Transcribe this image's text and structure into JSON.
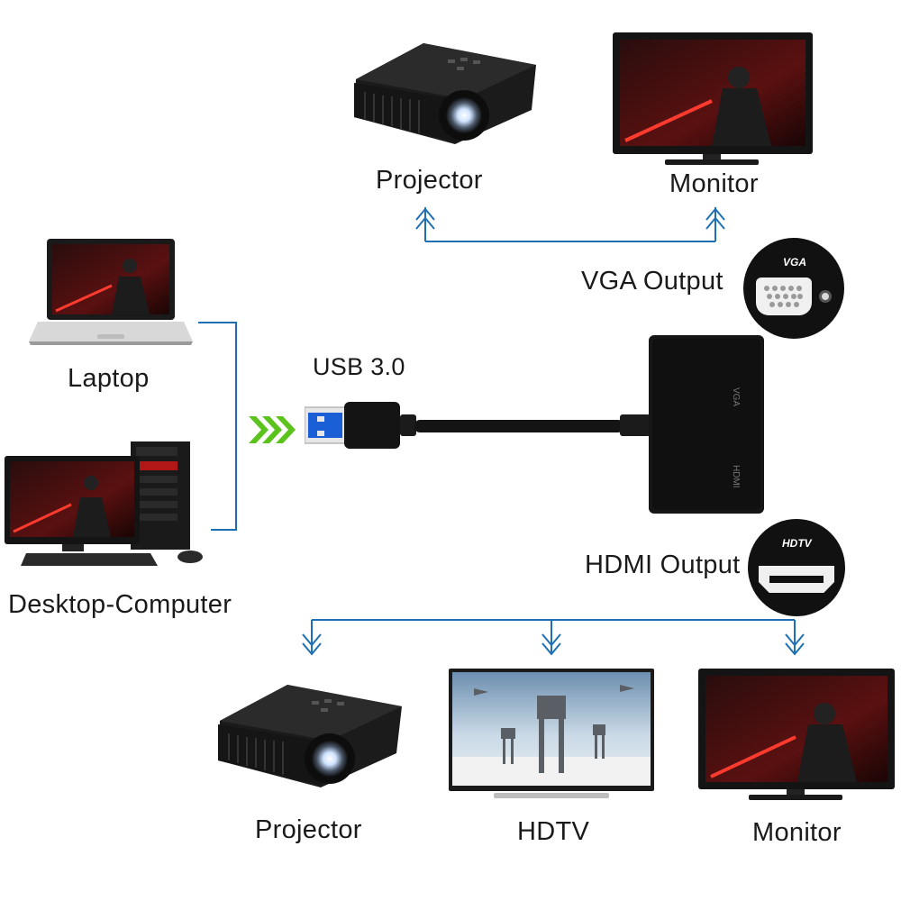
{
  "labels": {
    "projector_top": "Projector",
    "monitor_top": "Monitor",
    "vga_output": "VGA Output",
    "laptop": "Laptop",
    "usb": "USB 3.0",
    "desktop": "Desktop-Computer",
    "hdmi_output": "HDMI Output",
    "projector_bottom": "Projector",
    "hdtv": "HDTV",
    "monitor_bottom": "Monitor"
  },
  "adapter": {
    "port_vga": "VGA",
    "port_hdmi": "HDMI"
  },
  "badges": {
    "vga": "VGA",
    "hdtv": "HDTV"
  },
  "colors": {
    "connector_line": "#1f6fb5",
    "arrow_green": "#5cc31c",
    "usb_blue": "#1a5fd6",
    "device_black": "#141414"
  },
  "icons": [
    "projector-icon",
    "monitor-icon",
    "laptop-icon",
    "desktop-computer-icon",
    "hdtv-icon",
    "usb-plug-icon",
    "vga-port-icon",
    "hdmi-port-icon"
  ]
}
